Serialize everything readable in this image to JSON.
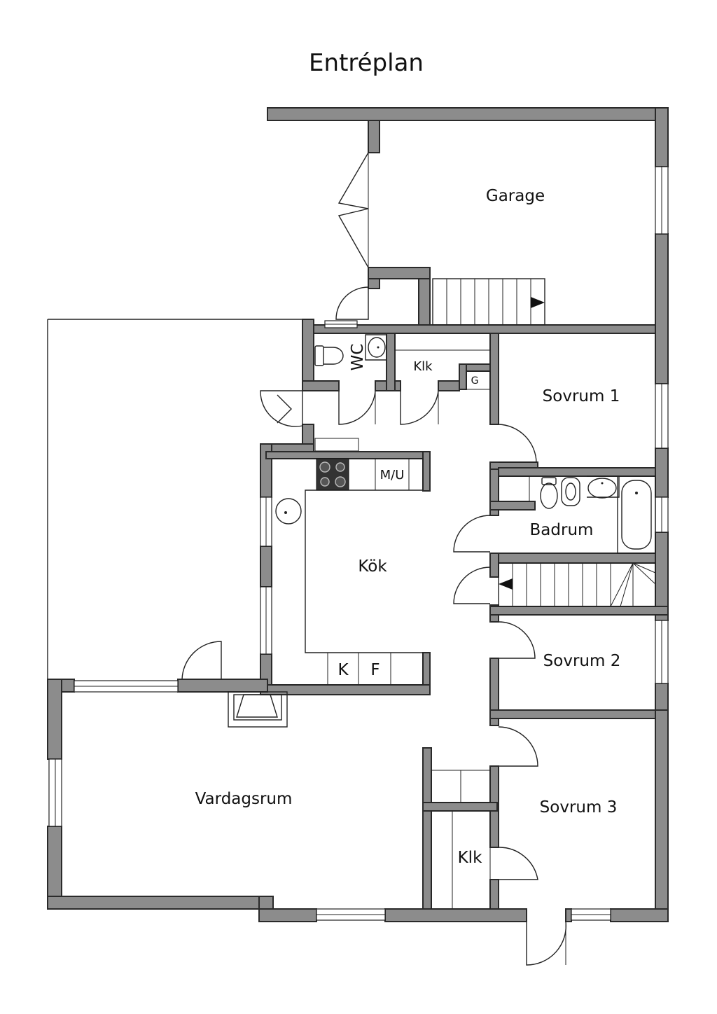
{
  "title": "Entréplan",
  "rooms": {
    "garage": "Garage",
    "wc": "WC",
    "klk_top": "Klk",
    "g": "G",
    "sovrum1": "Sovrum 1",
    "mu": "M/U",
    "badrum": "Badrum",
    "kok": "Kök",
    "k": "K",
    "f": "F",
    "sovrum2": "Sovrum 2",
    "vardagsrum": "Vardagsrum",
    "sovrum3": "Sovrum 3",
    "klk_bottom": "Klk"
  },
  "colors": {
    "wall": "#8c8c8c",
    "line": "#222222",
    "background": "#ffffff"
  }
}
